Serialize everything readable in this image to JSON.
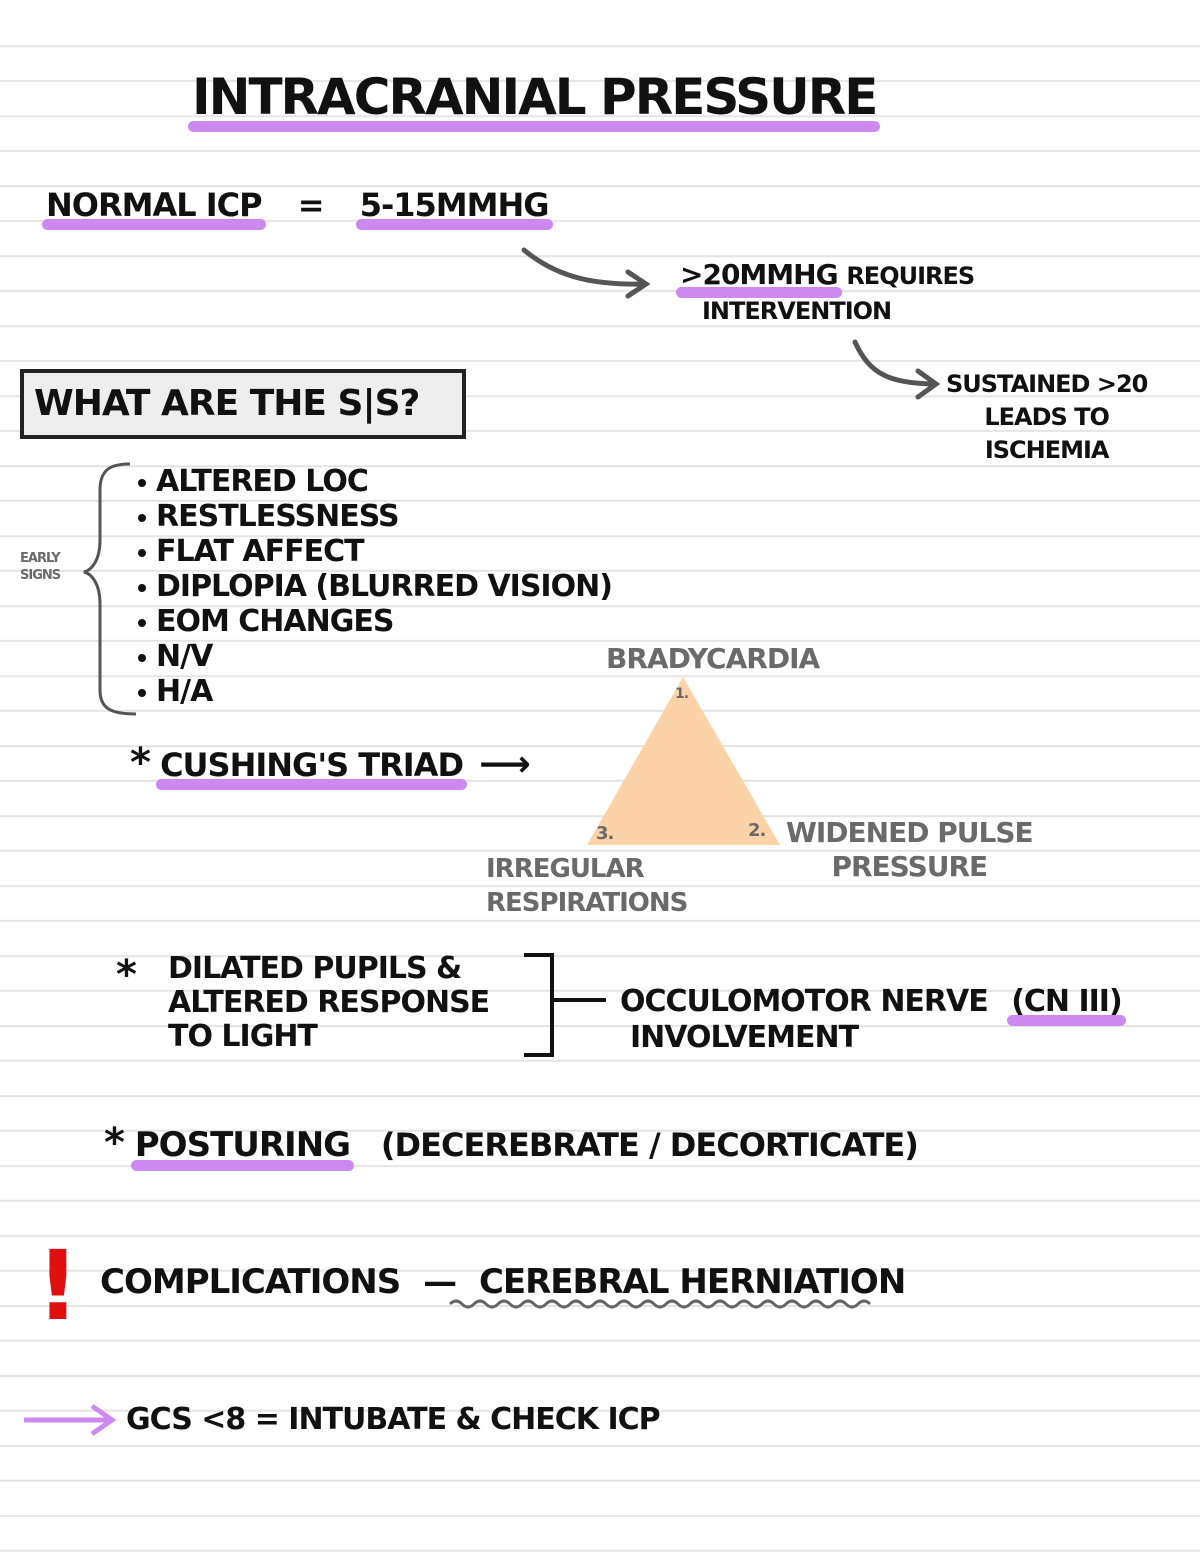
{
  "title": "INTRACRANIAL PRESSURE",
  "normal_icp": {
    "label": "NORMAL ICP",
    "equals": "=",
    "value": "5-15mmHg"
  },
  "over20": {
    "value": ">20mmHg",
    "text_line1": "REQUIRES",
    "text_line2": "INTERVENTION"
  },
  "sustained": {
    "line1": "SUSTAINED >20",
    "line2": "LEADS TO",
    "line3": "ISCHEMIA"
  },
  "question_box": "WHAT ARE THE S|S?",
  "early_signs": {
    "line1": "EARLY",
    "line2": "SIGNS"
  },
  "signs": [
    "ALTERED LOC",
    "RESTLESSNESS",
    "FLAT AFFECT",
    "DIPLOPIA (BLURRED VISION)",
    "EOM CHANGES",
    "N/V",
    "H/A"
  ],
  "cushings": {
    "label": "CUSHING'S TRIAD",
    "arrow": "⟶",
    "top": {
      "num": "1.",
      "label": "BRADYCARDIA"
    },
    "right": {
      "num": "2.",
      "line1": "WIDENED PULSE",
      "line2": "PRESSURE"
    },
    "left": {
      "num": "3.",
      "line1": "IRREGULAR",
      "line2": "RESPIRATIONS"
    },
    "triangle_color": "#fcd3a8"
  },
  "pupils": {
    "line1": "DILATED PUPILS &",
    "line2": "ALTERED RESPONSE",
    "line3": "TO LIGHT"
  },
  "oculomotor": {
    "line1": "OCCULOMOTOR NERVE",
    "cn": "(CN III)",
    "line2": "INVOLVEMENT"
  },
  "posturing": {
    "label": "POSTURING",
    "detail": "(DECEREBRATE / DECORTICATE)"
  },
  "complications": {
    "bang": "!",
    "label": "COMPLICATIONS",
    "dash": "—",
    "value": "CEREBRAL HERNIATION"
  },
  "gcs": "GCS <8 = INTUBATE & CHECK ICP",
  "star": "*",
  "colors": {
    "highlight": "#cc8af0",
    "alert": "#e01010",
    "muted_text": "#6a6a6a"
  }
}
